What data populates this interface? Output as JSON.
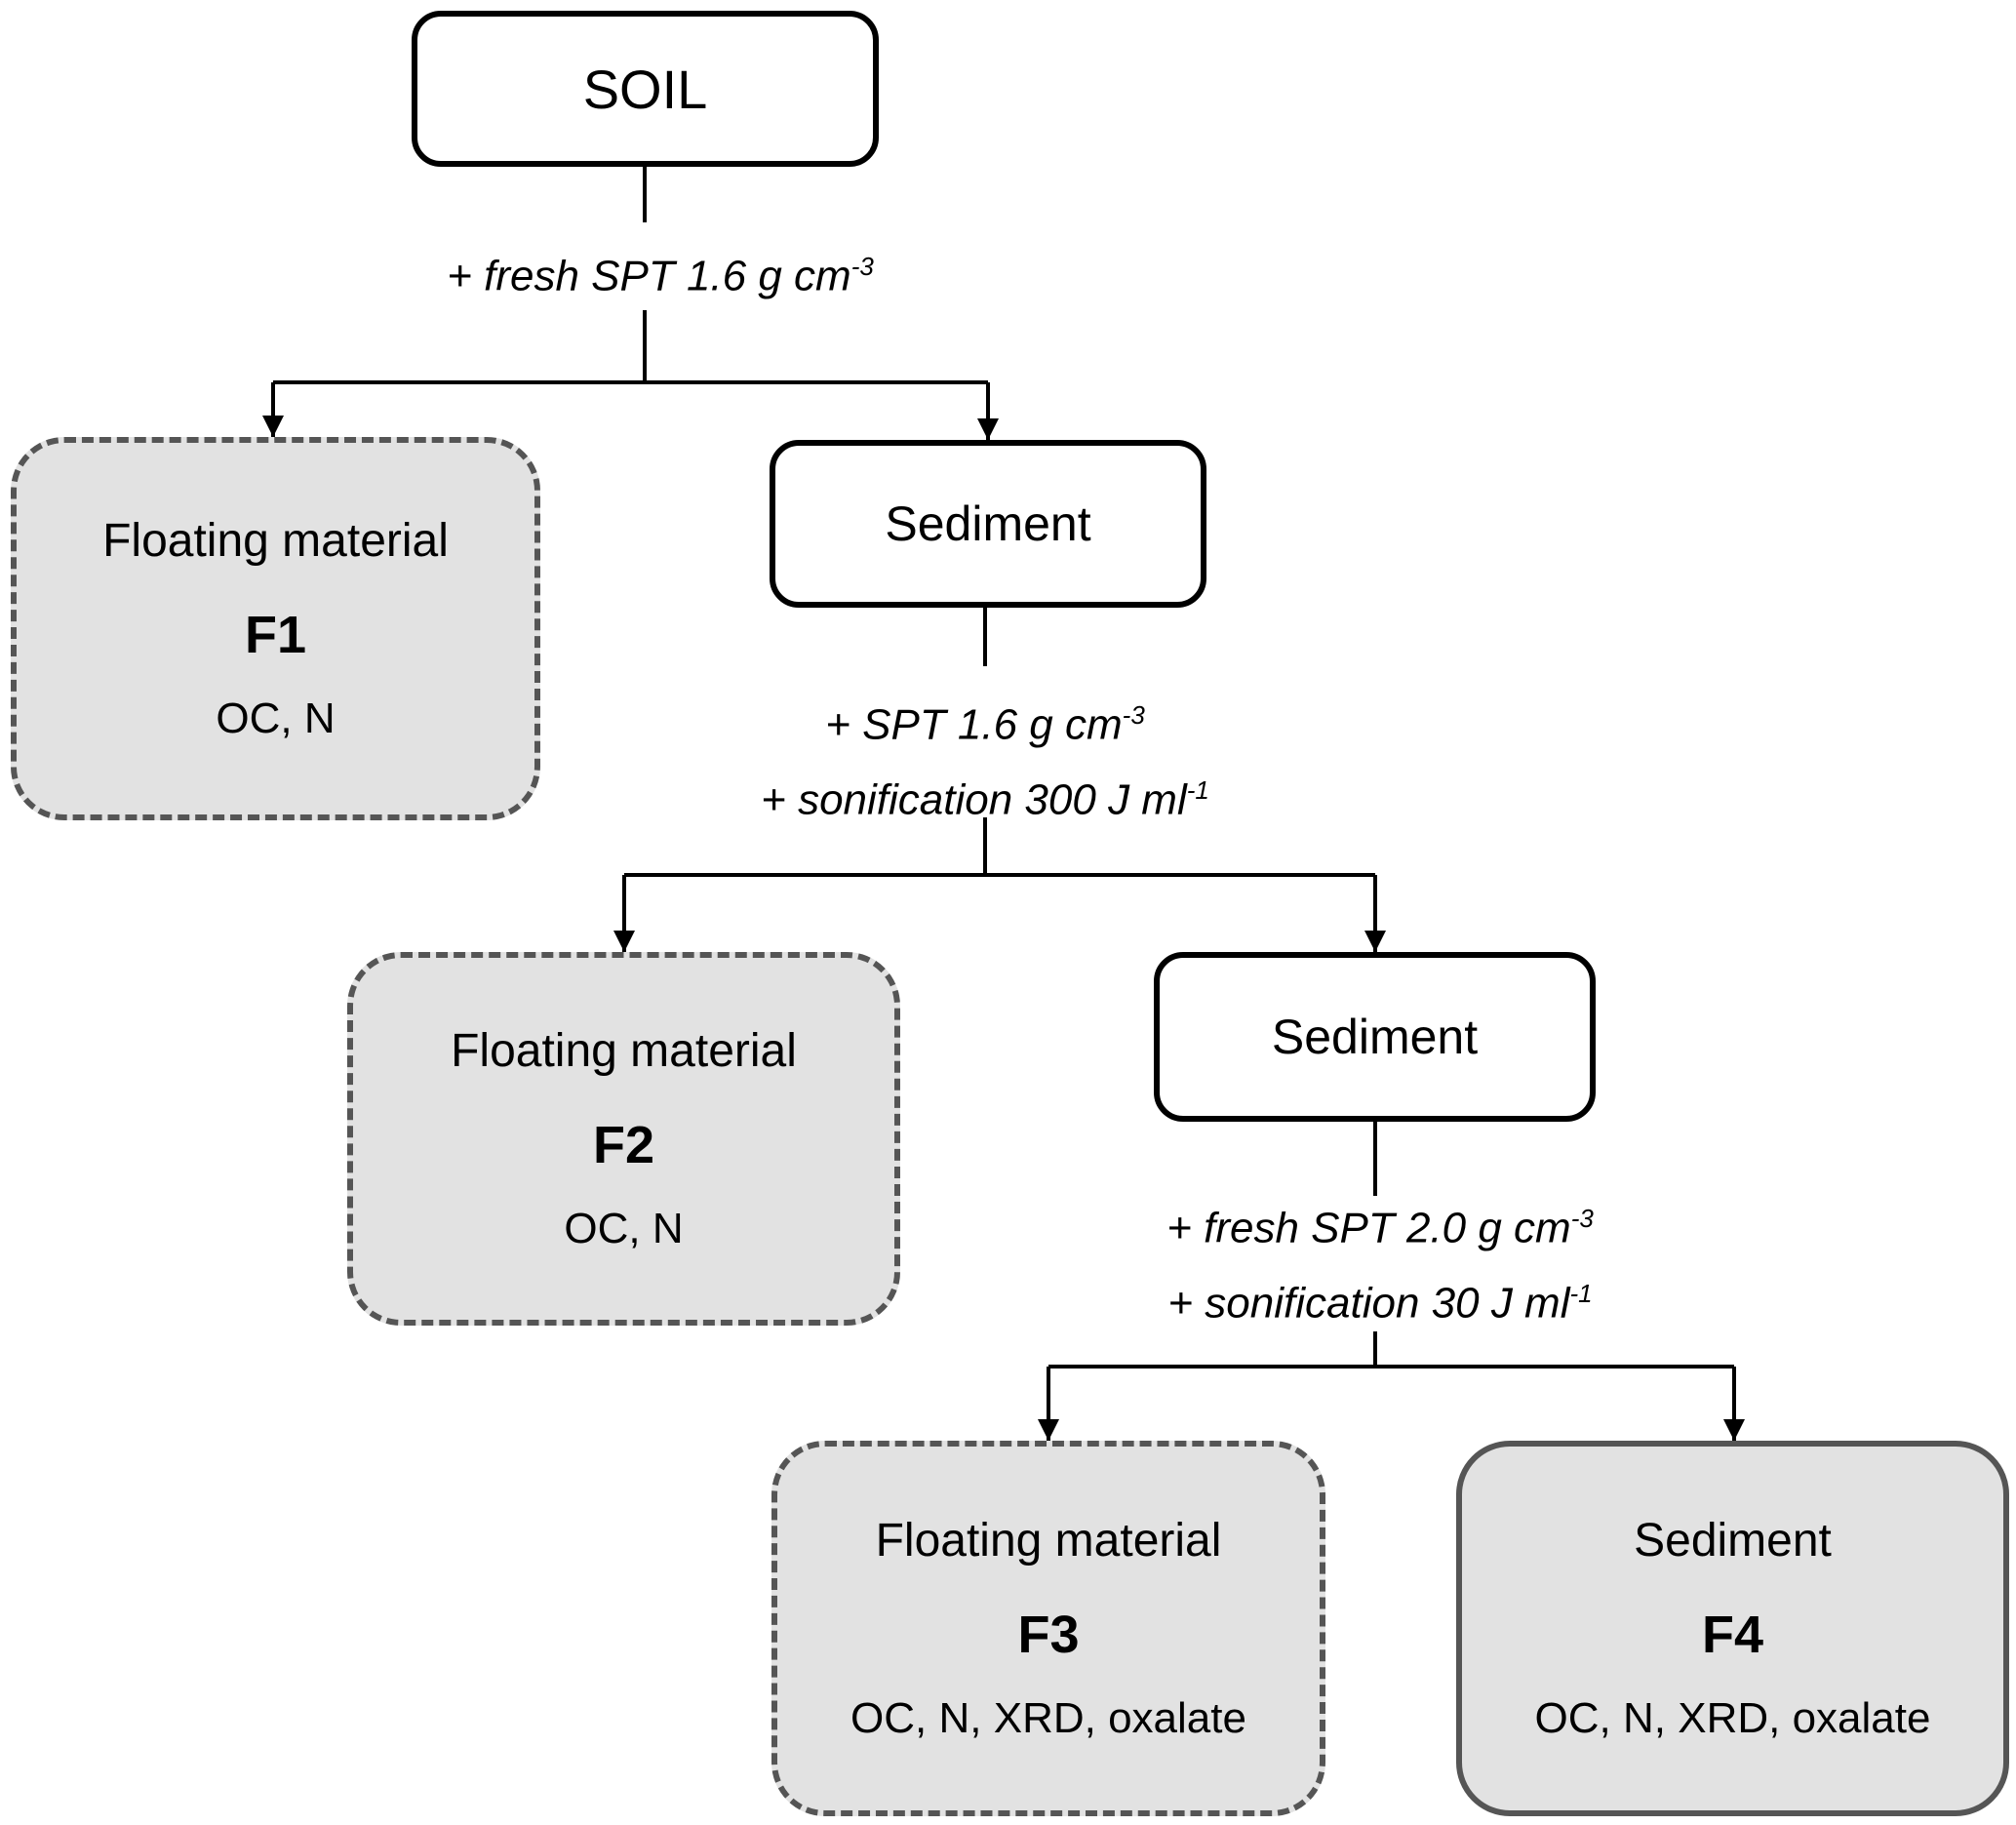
{
  "diagram": {
    "root": {
      "label": "SOIL"
    },
    "steps": [
      {
        "id": "step1",
        "lines": [
          {
            "text": "+ fresh SPT  1.6  g cm",
            "sup": "-3"
          }
        ]
      },
      {
        "id": "step2",
        "lines": [
          {
            "text": "+ SPT  1.6 g cm",
            "sup": "-3"
          },
          {
            "text": "+ sonification 300 J ml",
            "sup": "-1"
          }
        ]
      },
      {
        "id": "step3",
        "lines": [
          {
            "text": "+ fresh SPT  2.0 g cm",
            "sup": "-3"
          },
          {
            "text": "+ sonification 30  J ml",
            "sup": "-1"
          }
        ]
      }
    ],
    "intermediates": [
      {
        "id": "sediment1",
        "label": "Sediment"
      },
      {
        "id": "sediment2",
        "label": "Sediment"
      }
    ],
    "fractions": [
      {
        "id": "F1",
        "title": "Floating material",
        "code": "F1",
        "analyses": "OC, N",
        "style": "dashed"
      },
      {
        "id": "F2",
        "title": "Floating material",
        "code": "F2",
        "analyses": "OC, N",
        "style": "dashed"
      },
      {
        "id": "F3",
        "title": "Floating material",
        "code": "F3",
        "analyses": "OC, N, XRD, oxalate",
        "style": "dashed"
      },
      {
        "id": "F4",
        "title": "Sediment",
        "code": "F4",
        "analyses": "OC, N, XRD, oxalate",
        "style": "solid"
      }
    ],
    "edges": [
      {
        "from": "SOIL",
        "to": "F1"
      },
      {
        "from": "SOIL",
        "to": "sediment1"
      },
      {
        "from": "sediment1",
        "to": "F2"
      },
      {
        "from": "sediment1",
        "to": "sediment2"
      },
      {
        "from": "sediment2",
        "to": "F3"
      },
      {
        "from": "sediment2",
        "to": "F4"
      }
    ],
    "colors": {
      "line": "#000000",
      "fraction_fill": "#e2e2e2",
      "fraction_border": "#555555",
      "process_fill": "#ffffff"
    }
  }
}
